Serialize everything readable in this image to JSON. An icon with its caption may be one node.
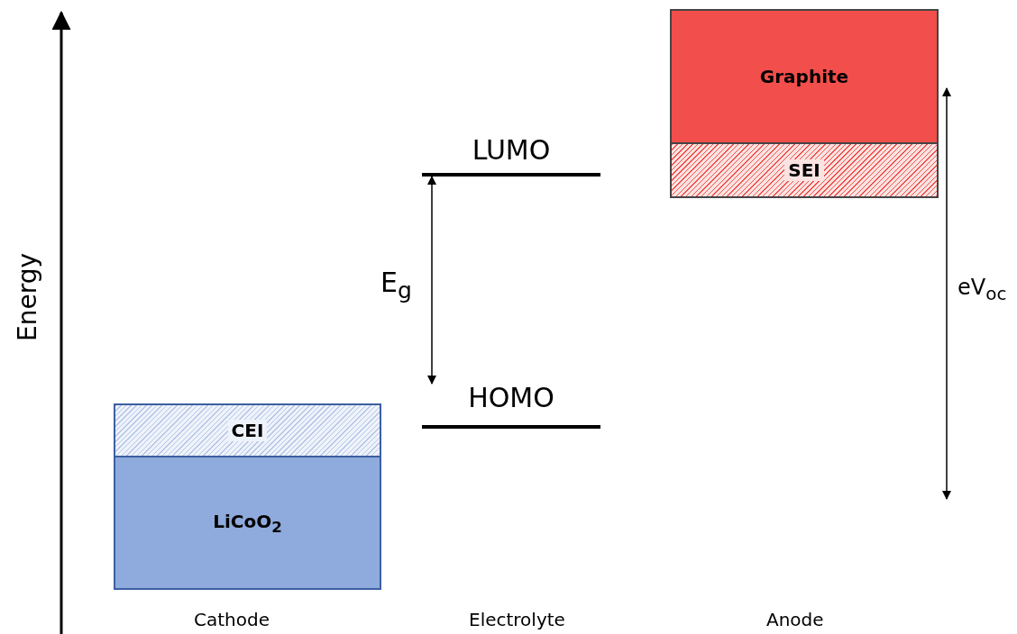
{
  "diagram": {
    "nodes": [
      {
        "text": [
          "CEI"
        ]
      },
      {
        "text": [
          "LiCoO$_{2}$"
        ]
      },
      {
        "text": [
          "LUMO"
        ]
      },
      {
        "text": [
          "HOMO"
        ]
      },
      {
        "text": [
          "Graphite"
        ]
      },
      {
        "text": [
          "SEI"
        ]
      }
    ],
    "edges": [
      {
        "from": 2,
        "to": 3,
        "arrow": "both"
      }
    ],
    "labels": [
      "Energy",
      "E$_{g}$",
      "eV$_{oc}$",
      "Cathode",
      "Electrolyte",
      "Anode"
    ]
  }
}
